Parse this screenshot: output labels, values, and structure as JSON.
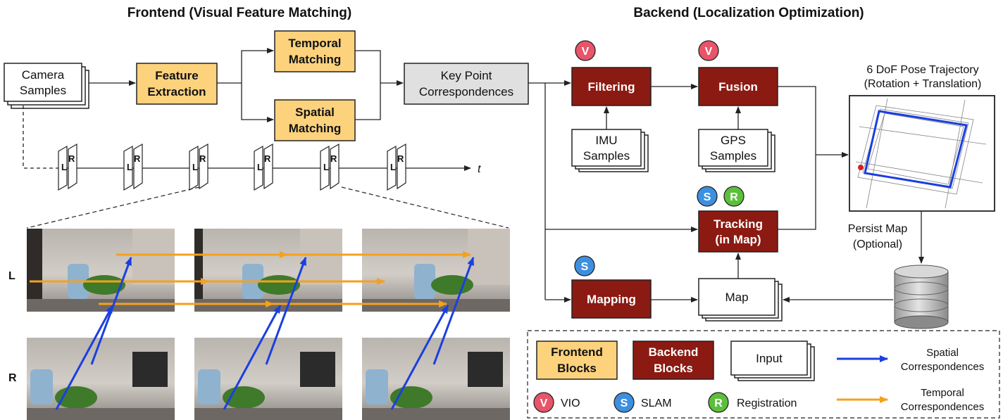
{
  "titles": {
    "frontend": "Frontend (Visual Feature Matching)",
    "backend": "Backend (Localization Optimization)"
  },
  "frontend": {
    "camera_line1": "Camera",
    "camera_line2": "Samples",
    "feature_line1": "Feature",
    "feature_line2": "Extraction",
    "temporal_line1": "Temporal",
    "temporal_line2": "Matching",
    "spatial_line1": "Spatial",
    "spatial_line2": "Matching",
    "keypoint_line1": "Key Point",
    "keypoint_line2": "Correspondences",
    "frame_left": "L",
    "frame_right": "R",
    "time_label": "t",
    "row_left": "L",
    "row_right": "R"
  },
  "backend": {
    "filtering": "Filtering",
    "fusion": "Fusion",
    "imu_line1": "IMU",
    "imu_line2": "Samples",
    "gps_line1": "GPS",
    "gps_line2": "Samples",
    "tracking_line1": "Tracking",
    "tracking_line2": "(in Map)",
    "mapping": "Mapping",
    "map": "Map",
    "trajectory_line1": "6 DoF Pose Trajectory",
    "trajectory_line2": "(Rotation + Translation)",
    "persist_line1": "Persist Map",
    "persist_line2": "(Optional)"
  },
  "badges": {
    "v": "V",
    "s": "S",
    "r": "R"
  },
  "legend": {
    "frontend_line1": "Frontend",
    "frontend_line2": "Blocks",
    "backend_line1": "Backend",
    "backend_line2": "Blocks",
    "input": "Input",
    "spatial_line1": "Spatial",
    "spatial_line2": "Correspondences",
    "temporal_line1": "Temporal",
    "temporal_line2": "Correspondences",
    "vio": "VIO",
    "slam": "SLAM",
    "registration": "Registration"
  },
  "colors": {
    "frontend_block": "#fcd27d",
    "backend_block": "#8b1a12",
    "keypoint_block": "#e0e0e0",
    "spatial_arrow": "#1b3fe0",
    "temporal_arrow": "#f5a01e",
    "badge_v": "#e8546a",
    "badge_s": "#3d8fe0",
    "badge_r": "#5cbf3c"
  }
}
